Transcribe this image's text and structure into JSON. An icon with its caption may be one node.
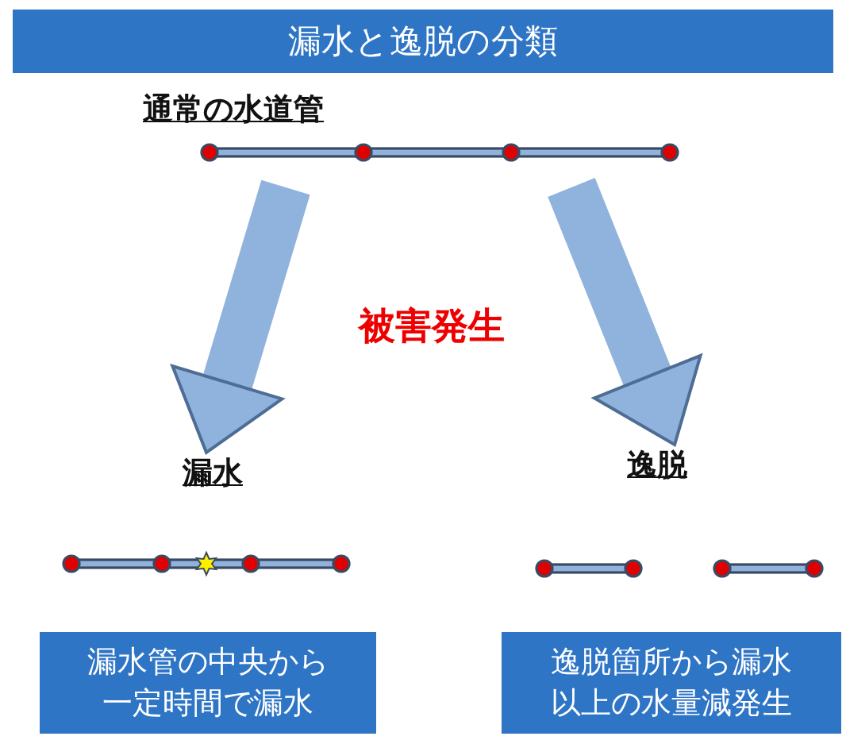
{
  "diagram": {
    "title": "漏水と逸脱の分類",
    "nodes": [
      {
        "text": [
          "通常の水道管"
        ]
      },
      {
        "text": [
          "漏水"
        ]
      },
      {
        "text": [
          "逸脱"
        ]
      },
      {
        "text": [
          "漏水管の中央から一定時間で漏水"
        ]
      },
      {
        "text": [
          "逸脱箇所から漏水以上の水量減発生"
        ]
      }
    ],
    "edges": [
      {
        "from": 0,
        "to": 1,
        "arrow": "to"
      },
      {
        "from": 0,
        "to": 2,
        "arrow": "to"
      }
    ],
    "labels": [
      "被害発生"
    ]
  }
}
